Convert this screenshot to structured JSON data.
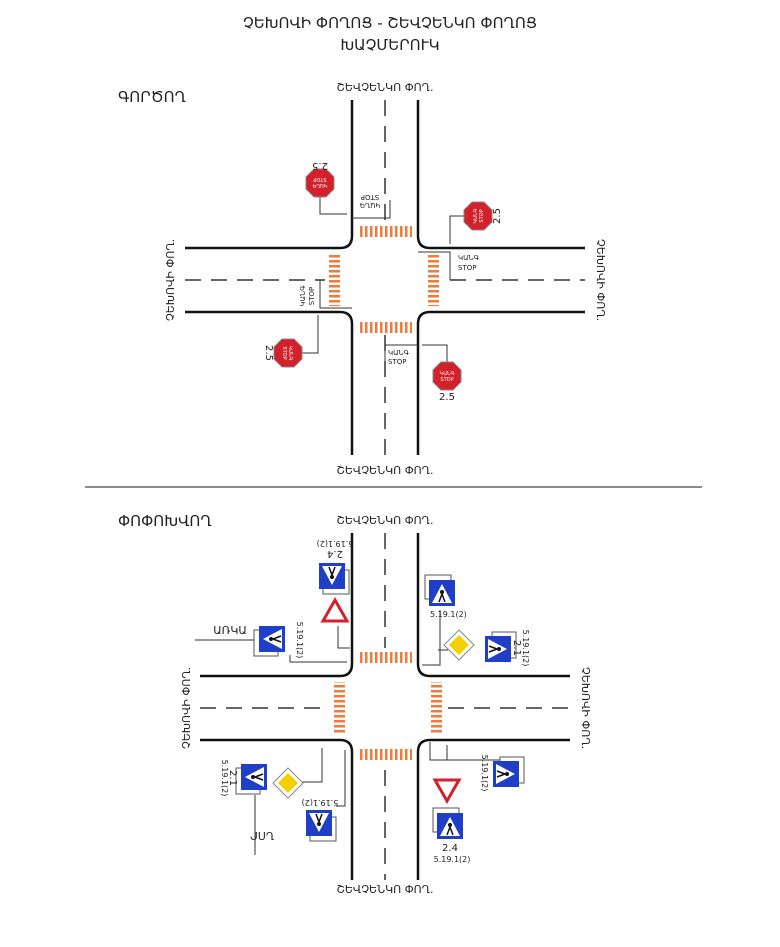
{
  "title": {
    "line1": "ՉԵԽՈՎԻ ՓՈՂՈՑ - ՇԵՎՉԵՆԿՈ ՓՈՂՈՑ",
    "line2": "ԽԱՉՄԵՐՈՒԿ"
  },
  "sections": {
    "existing": {
      "label": "ԳՈՐԾՈՂ"
    },
    "proposed": {
      "label": "ՓՈՓՈԽՎՈՂ",
      "existing_tag": "ԱՌԿԱ",
      "new_tag": "ՆՈՐ"
    }
  },
  "roads": {
    "vertical": "ՇԵՎՉԵՆԿՈ ՓՈՂ.",
    "horizontal": "ՉԵԽՈՎԻ ՓՈՂ."
  },
  "stop_line": {
    "line1": "ԿԱՆԳ",
    "line2": "STOP"
  },
  "sign_codes": {
    "stop": "2.5",
    "yield": "2.4",
    "main_road": "2.1",
    "crosswalk": "5.19.1(2)"
  },
  "colors": {
    "stop": "#d4202a",
    "blue": "#1f3fc6",
    "crosswalk": "#f07a3a",
    "diamond": "#f5d000"
  }
}
